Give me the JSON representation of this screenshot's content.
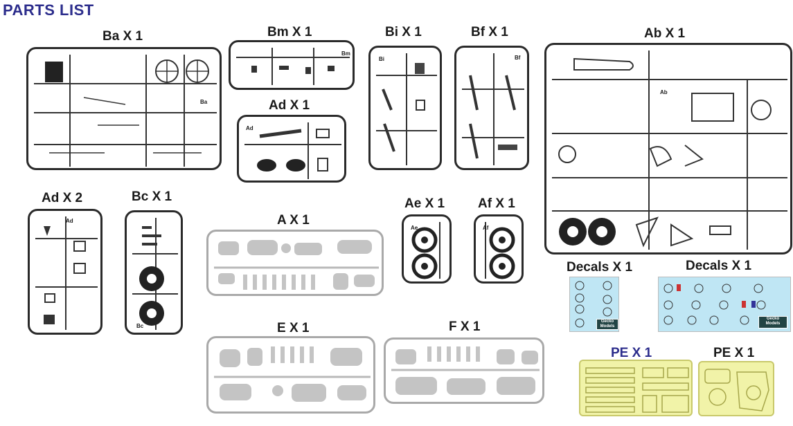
{
  "page": {
    "title": "PARTS LIST"
  },
  "sprues": {
    "ba": {
      "label": "Ba X 1",
      "id": "Ba"
    },
    "bm": {
      "label": "Bm X 1",
      "id": "Bm"
    },
    "ad1": {
      "label": "Ad X 1",
      "id": "Ad"
    },
    "bi": {
      "label": "Bi X 1",
      "id": "Bi"
    },
    "bf": {
      "label": "Bf X 1",
      "id": "Bf"
    },
    "ab": {
      "label": "Ab X 1",
      "id": "Ab"
    },
    "ad2": {
      "label": "Ad X 2",
      "id": "Ad"
    },
    "bc": {
      "label": "Bc X 1",
      "id": "Bc"
    },
    "a": {
      "label": "A X 1"
    },
    "ae": {
      "label": "Ae X 1",
      "id": "Ae"
    },
    "af": {
      "label": "Af X 1",
      "id": "Af"
    },
    "e": {
      "label": "E X 1"
    },
    "f": {
      "label": "F X 1"
    }
  },
  "decals": [
    {
      "label": "Decals X 1",
      "logo": "Gecko Models"
    },
    {
      "label": "Decals X 1",
      "logo": "Gecko Models"
    }
  ],
  "pe": [
    {
      "label": "PE X 1"
    },
    {
      "label": "PE X 1"
    }
  ],
  "colors": {
    "title": "#2c2d8c",
    "sprue_dark": "#2a2a2a",
    "sprue_grey": "#a9a9a9",
    "decal_bg": "#bfe6f4",
    "pe_bg": "#f1f3a8"
  }
}
